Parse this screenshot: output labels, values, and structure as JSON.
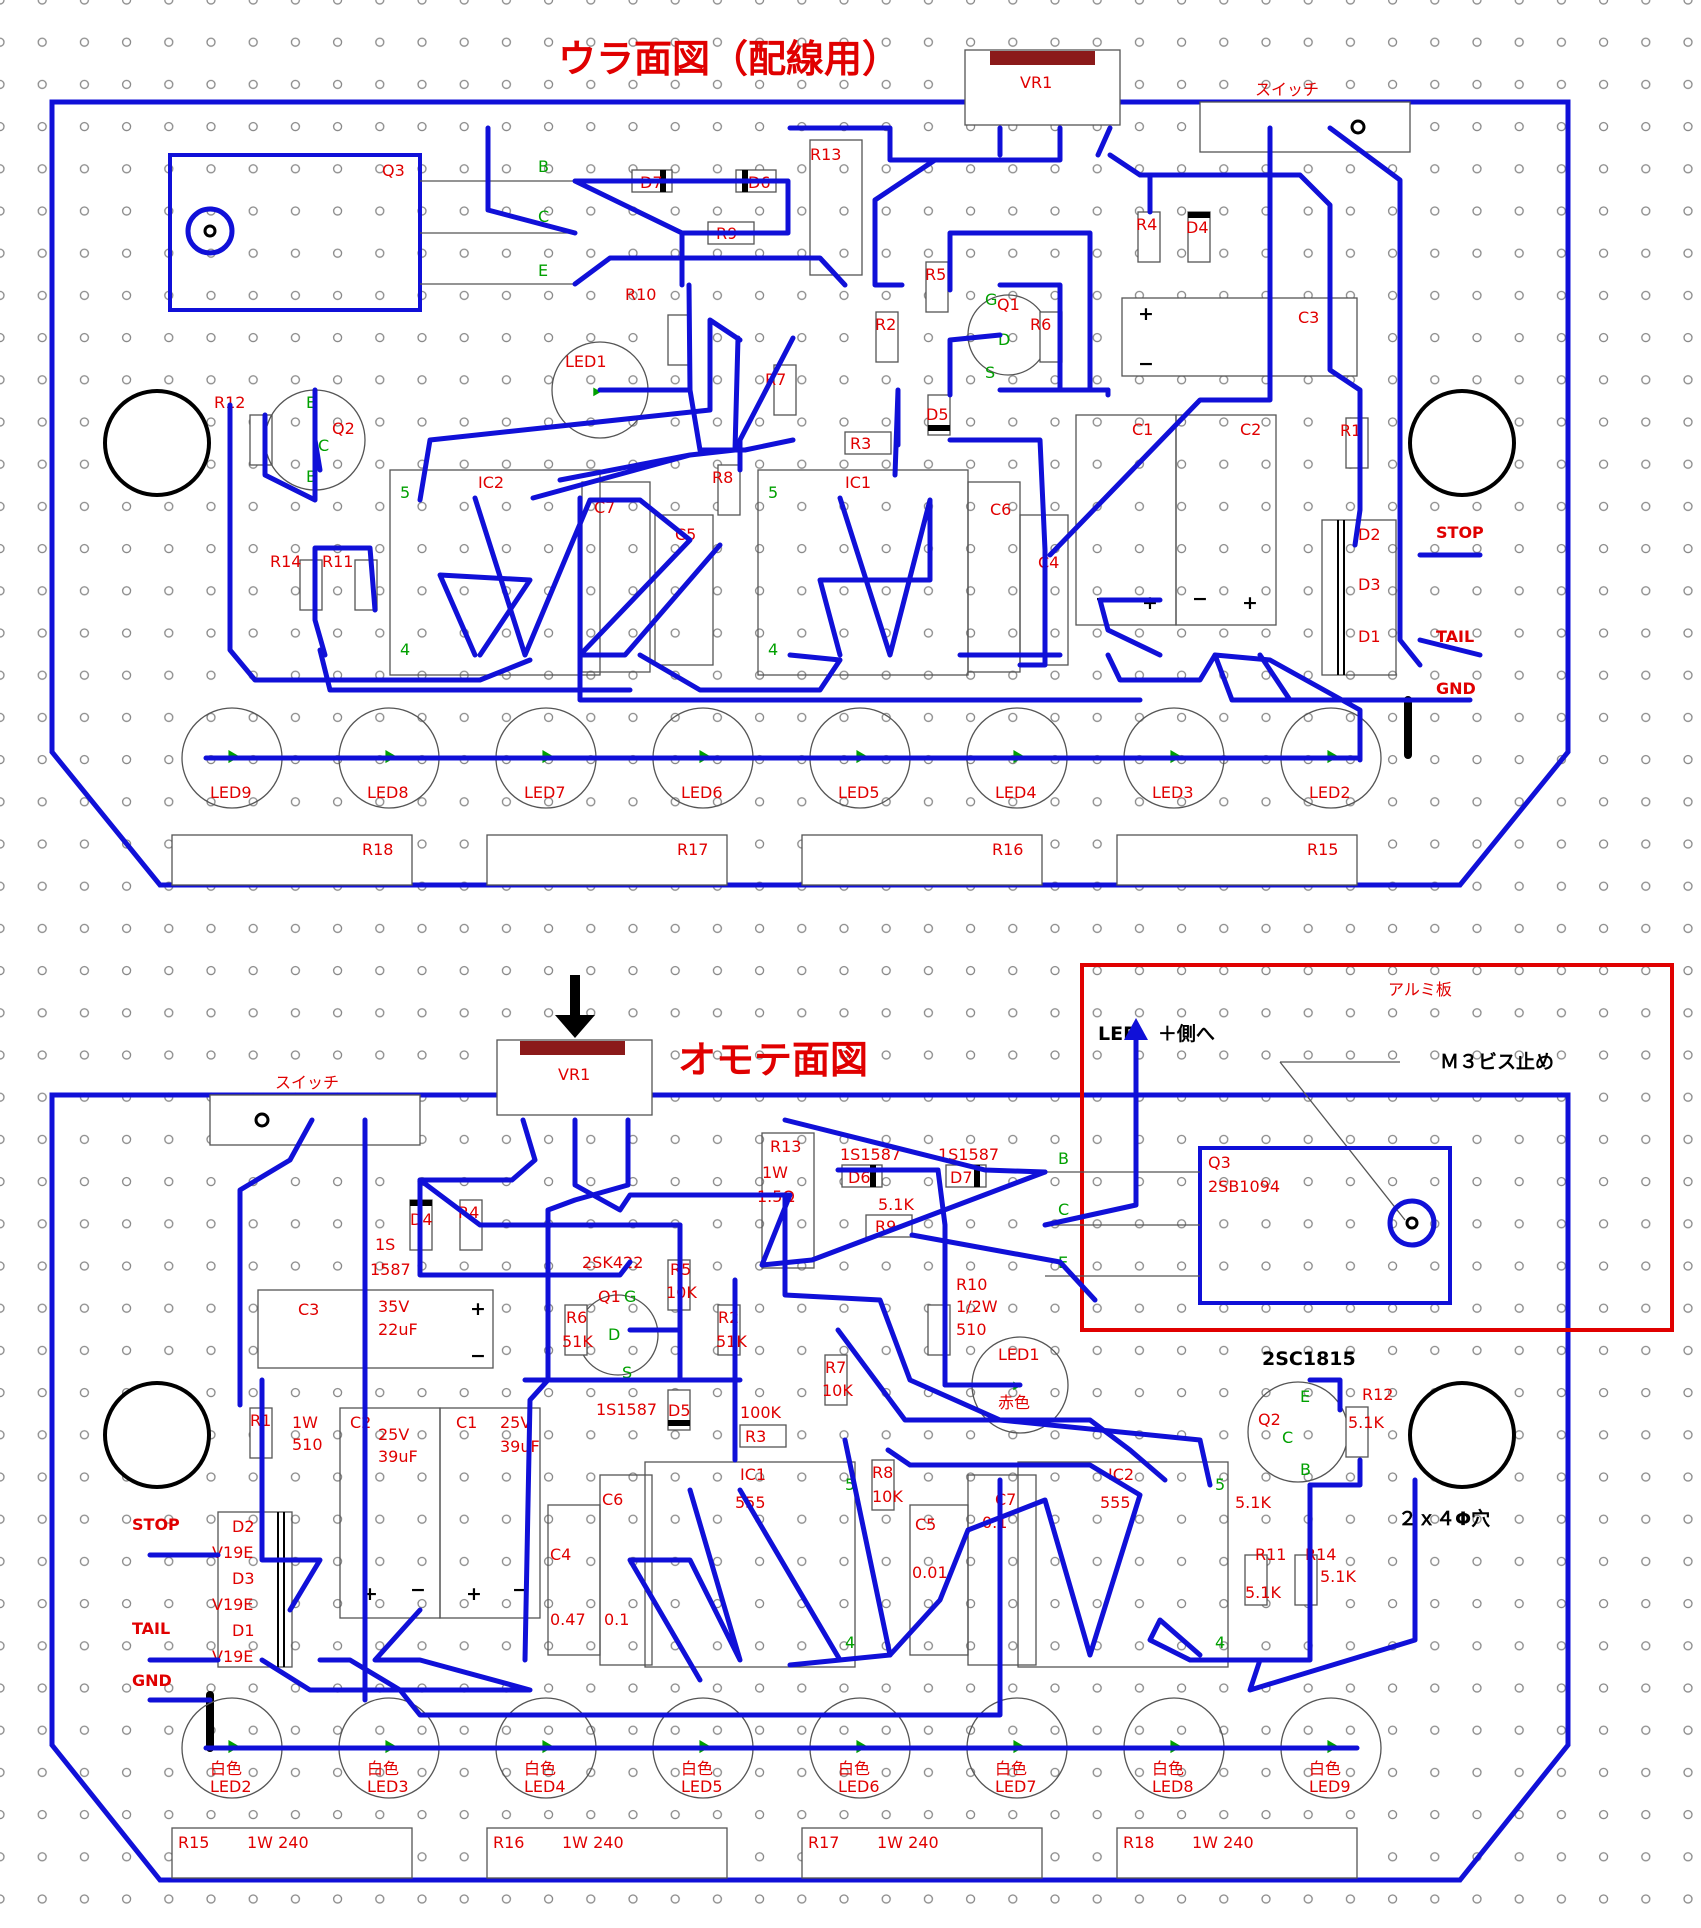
{
  "colors": {
    "wire": "#1010d8",
    "label": "#e00000",
    "pin": "#00a000",
    "text": "#000000",
    "aluminum_outline": "#e00000",
    "vr_knob": "#8b1a1a"
  },
  "back": {
    "title": "ウラ面図（配線用）",
    "vr": "VR1",
    "switch": "スイッチ",
    "q3": "Q3",
    "parts": {
      "d7": "D7",
      "d6": "D6",
      "r13": "R13",
      "r9": "R9",
      "r10": "R10",
      "r4": "R4",
      "d4": "D4",
      "r5": "R5",
      "q1": "Q1",
      "r6": "R6",
      "c3": "C3",
      "r2": "R2",
      "d5": "D5",
      "r7": "R7",
      "led1": "LED1",
      "r12": "R12",
      "q2": "Q2",
      "r3": "R3",
      "r8": "R8",
      "ic2": "IC2",
      "ic1": "IC1",
      "c7": "C7",
      "c6": "C6",
      "c5": "C5",
      "c4": "C4",
      "c1": "C1",
      "c2": "C2",
      "r1": "R1",
      "r14": "R14",
      "r11": "R11",
      "d2": "D2",
      "d3": "D3",
      "d1": "D1"
    },
    "pins": {
      "b": "B",
      "c": "C",
      "e": "E",
      "g": "G",
      "d": "D",
      "s": "S",
      "n5": "5",
      "n4": "4"
    },
    "terminals": {
      "stop": "STOP",
      "tail": "TAIL",
      "gnd": "GND"
    },
    "leds": [
      "LED9",
      "LED8",
      "LED7",
      "LED6",
      "LED5",
      "LED4",
      "LED3",
      "LED2"
    ],
    "resistors": [
      "R18",
      "R17",
      "R16",
      "R15"
    ],
    "plus": "+",
    "minus": "−"
  },
  "front": {
    "title": "オモテ面図",
    "vr": "VR1",
    "switch": "スイッチ",
    "aluminum": "アルミ板",
    "led_plus": "LED　＋側へ",
    "m3": "Ｍ３ビス止め",
    "q3": "Q3",
    "q3_part": "2SB1094",
    "parts": {
      "d6_part": "1S1587",
      "d7_part": "1S1587",
      "d6": "D6",
      "d7": "D7",
      "r13": "R13",
      "r13_val1": "1W",
      "r13_val2": "1.5Ω",
      "r9": "R9",
      "r9_val": "5.1K",
      "d4": "D4",
      "r4": "R4",
      "d4_part1": "1S",
      "d4_part2": "1587",
      "q1_part": "2SK422",
      "r5": "R5",
      "r5_val": "10K",
      "q1": "Q1",
      "c3": "C3",
      "c3_v": "35V",
      "c3_c": "22uF",
      "r6": "R6",
      "r6_val": "51K",
      "r2": "R2",
      "r2_val": "51K",
      "r10": "R10",
      "r10_val1": "1/2W",
      "r10_val2": "510",
      "led1": "LED1",
      "led1_color": "赤色",
      "q2_part": "2SC1815",
      "r12": "R12",
      "r12_val": "5.1K",
      "r1": "R1",
      "r1_val1": "1W",
      "r1_val2": "510",
      "c2": "C2",
      "c2_v": "25V",
      "c2_c": "39uF",
      "c1": "C1",
      "c1_v": "25V",
      "c1_c": "39uF",
      "d5_part": "1S1587",
      "d5": "D5",
      "r7": "R7",
      "r7_val": "10K",
      "r3_val": "100K",
      "r3": "R3",
      "ic1": "IC1",
      "ic1_part": "555",
      "r8": "R8",
      "r8_val": "10K",
      "ic2": "IC2",
      "ic2_part": "555",
      "q2": "Q2",
      "q2_r": "5.1K",
      "c6": "C6",
      "c5": "C5",
      "c7": "C7",
      "c7_val": "0.1",
      "c5_val": "0.01",
      "c4": "C4",
      "c4_val": "0.47",
      "c6_val": "0.1",
      "d2": "D2",
      "d2_part": "V19E",
      "d3": "D3",
      "d3_part": "V19E",
      "d1": "D1",
      "d1_part": "V19E",
      "r11": "R11",
      "r11_val": "5.1K",
      "r14": "R14",
      "r14_val": "5.1K",
      "holes": "２ｘ４Φ穴"
    },
    "pins": {
      "b": "B",
      "c": "C",
      "e": "E",
      "g": "G",
      "d": "D",
      "s": "S",
      "n5": "5",
      "n4": "4"
    },
    "terminals": {
      "stop": "STOP",
      "tail": "TAIL",
      "gnd": "GND"
    },
    "led_color": "白色",
    "leds": [
      "LED2",
      "LED3",
      "LED4",
      "LED5",
      "LED6",
      "LED7",
      "LED8",
      "LED9"
    ],
    "resistors": [
      "R15",
      "R16",
      "R17",
      "R18"
    ],
    "resistor_val": "1W 240",
    "plus": "+",
    "minus": "−"
  }
}
